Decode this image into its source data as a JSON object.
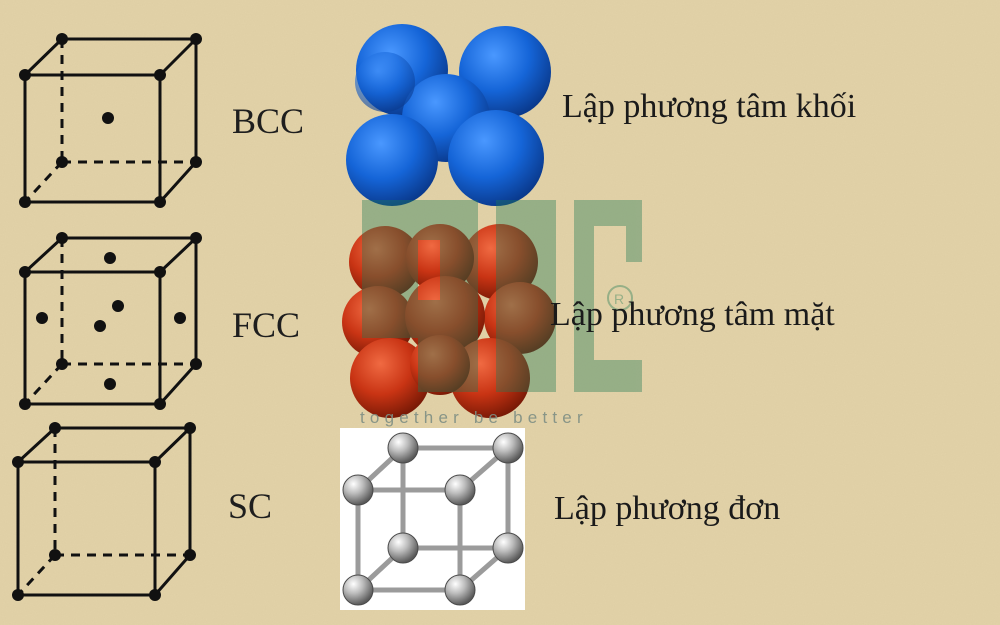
{
  "rows": [
    {
      "abbr": "BCC",
      "name": "Lập phương tâm khối",
      "sphere_color": "#1565d8"
    },
    {
      "abbr": "FCC",
      "name": "Lập phương tâm mặt",
      "sphere_color": "#c93414"
    },
    {
      "abbr": "SC",
      "name": "Lập phương đơn",
      "sphere_color": "#8a8a8a"
    }
  ],
  "watermark": {
    "tagline": "together be better",
    "color": "#1f7a55"
  },
  "colors": {
    "background": "#e3d3a9",
    "line": "#111111"
  }
}
